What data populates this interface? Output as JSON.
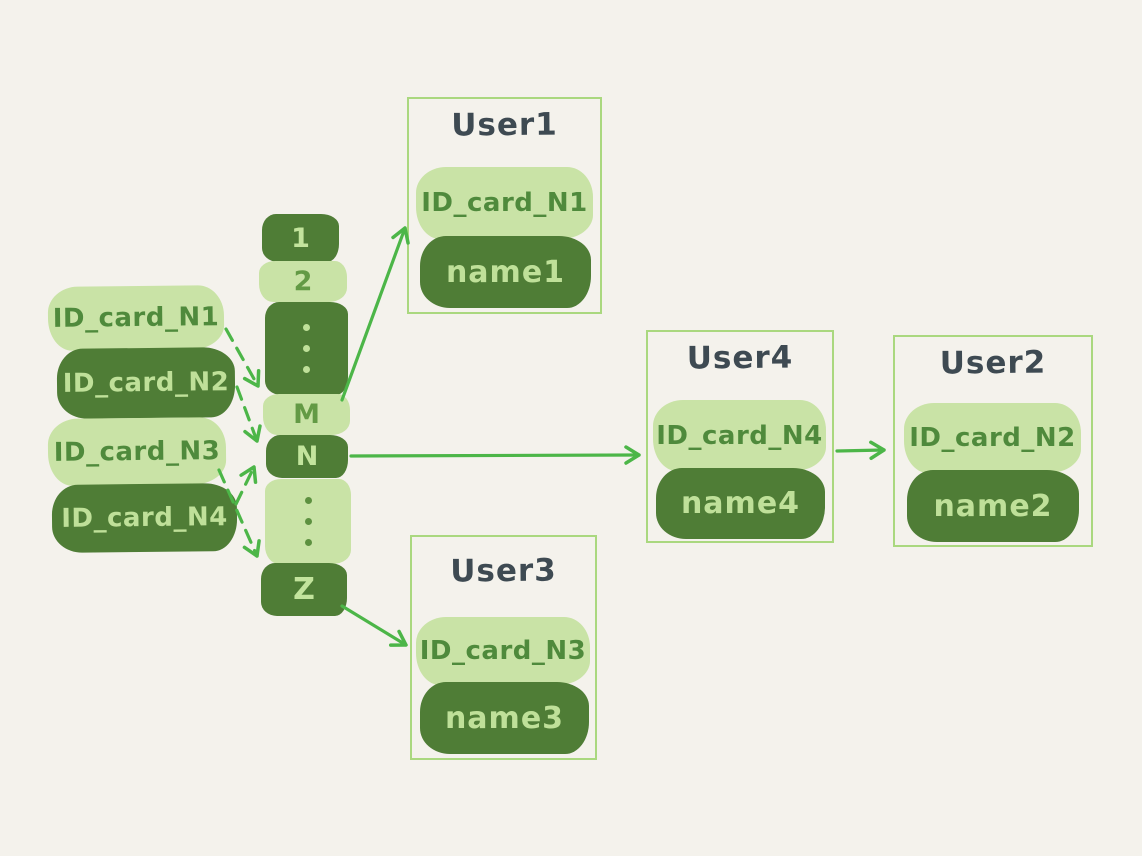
{
  "diagram": {
    "type": "hash-table-mapping",
    "background": "#f4f2ec",
    "colors": {
      "light_green": "#c9e3a6",
      "dark_green": "#4f7d36",
      "text_on_light": "#4f8a3c",
      "text_on_dark": "#bfe099",
      "box_border": "#aad87f",
      "title_text": "#3e4a52",
      "arrow_green": "#4cb648"
    },
    "id_cards": [
      {
        "label": "ID_card_N1",
        "variant": "light"
      },
      {
        "label": "ID_card_N2",
        "variant": "dark"
      },
      {
        "label": "ID_card_N3",
        "variant": "light"
      },
      {
        "label": "ID_card_N4",
        "variant": "dark"
      }
    ],
    "hash_buckets": [
      {
        "label": "1",
        "variant": "dark"
      },
      {
        "label": "2",
        "variant": "light"
      },
      {
        "label": "⋮",
        "variant": "dark"
      },
      {
        "label": "M",
        "variant": "light"
      },
      {
        "label": "N",
        "variant": "dark"
      },
      {
        "label": "⋮",
        "variant": "light"
      },
      {
        "label": "Z",
        "variant": "dark"
      }
    ],
    "users": [
      {
        "title": "User1",
        "id_card": "ID_card_N1",
        "name": "name1"
      },
      {
        "title": "User4",
        "id_card": "ID_card_N4",
        "name": "name4"
      },
      {
        "title": "User2",
        "id_card": "ID_card_N2",
        "name": "name2"
      },
      {
        "title": "User3",
        "id_card": "ID_card_N3",
        "name": "name3"
      }
    ],
    "edges": {
      "dashed": [
        {
          "from": "ID_card_N1",
          "to": "M"
        },
        {
          "from": "ID_card_N2",
          "to": "N"
        },
        {
          "from": "ID_card_N3",
          "to": "Z"
        },
        {
          "from": "ID_card_N4",
          "to": "N"
        }
      ],
      "solid": [
        {
          "from": "M",
          "to": "User1"
        },
        {
          "from": "N",
          "to": "User4"
        },
        {
          "from": "User4",
          "to": "User2"
        },
        {
          "from": "Z",
          "to": "User3"
        }
      ]
    }
  }
}
